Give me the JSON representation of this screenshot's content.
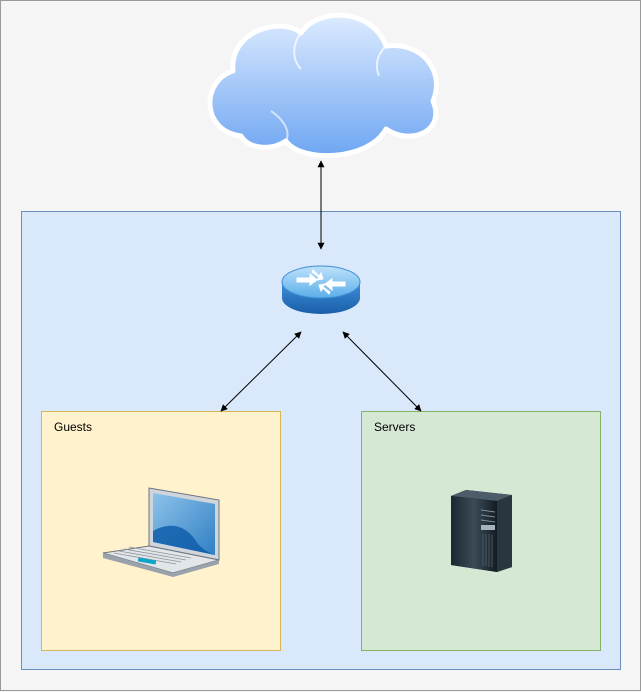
{
  "diagram": {
    "nodes": {
      "cloud": {
        "icon": "cloud-icon"
      },
      "router": {
        "icon": "router-icon"
      },
      "guests": {
        "label": "Guests",
        "icon": "laptop-icon"
      },
      "servers": {
        "label": "Servers",
        "icon": "server-tower-icon"
      }
    },
    "edges": [
      {
        "from": "cloud",
        "to": "router",
        "direction": "both"
      },
      {
        "from": "router",
        "to": "guests",
        "direction": "both"
      },
      {
        "from": "router",
        "to": "servers",
        "direction": "both"
      }
    ],
    "colors": {
      "background": "#f5f5f5",
      "network_zone_fill": "#dae8fc",
      "network_zone_stroke": "#6c8ebf",
      "guests_fill": "#fff2cc",
      "guests_stroke": "#d6b656",
      "servers_fill": "#d5e8d4",
      "servers_stroke": "#82b366"
    }
  }
}
